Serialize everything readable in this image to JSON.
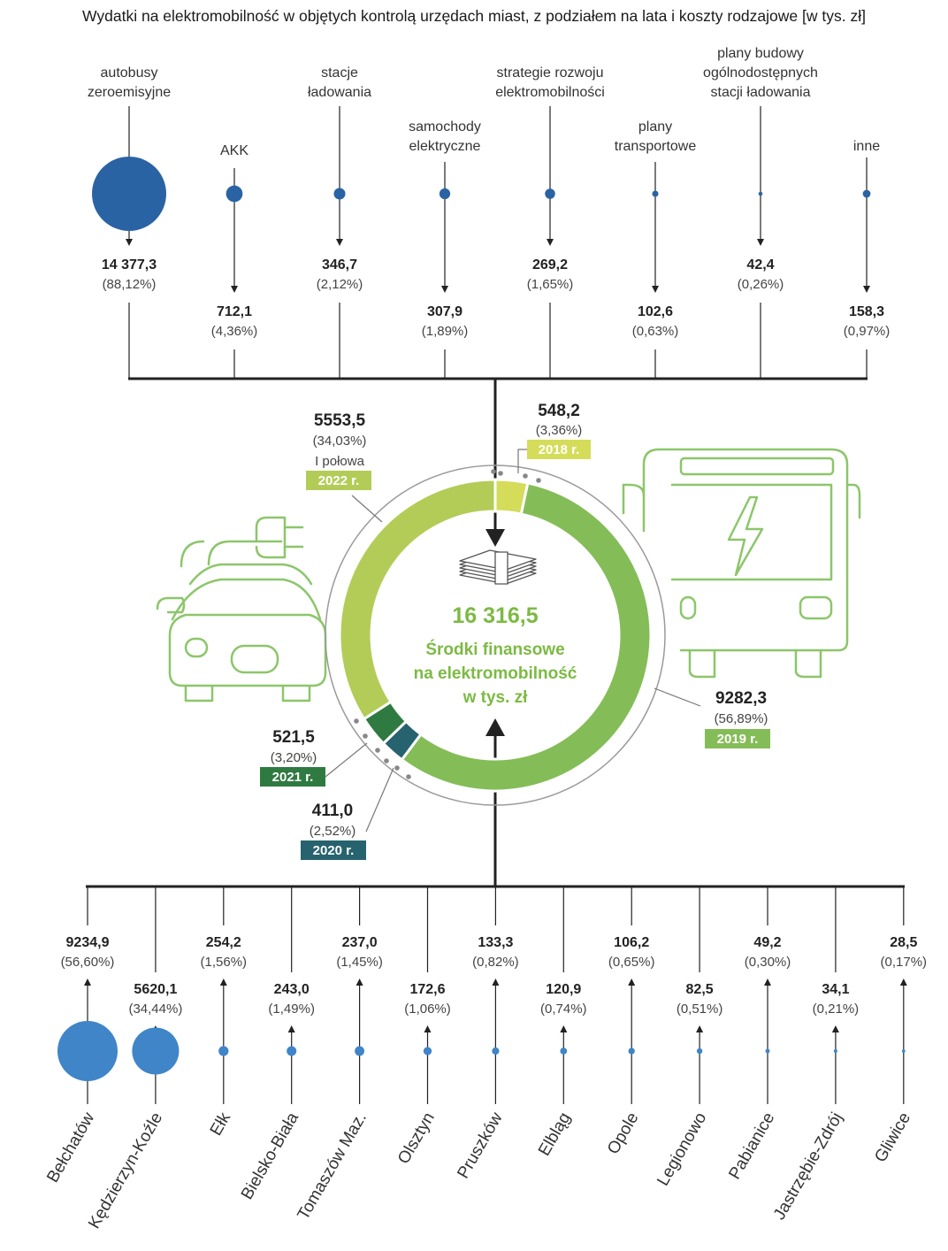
{
  "title": "Wydatki na elektromobilność w objętych kontrolą urzędach miast, z podziałem na lata i koszty rodzajowe [w tys. zł]",
  "colors": {
    "categories": "#2a63a4",
    "cities": "#3f85c8",
    "illustration": "#8cc66a",
    "center_text": "#7cba43",
    "axis": "#222222"
  },
  "center": {
    "total": "16 316,5",
    "line1": "Środki finansowe",
    "line2": "na elektromobilność",
    "line3": "w  tys. zł"
  },
  "chart_data": [
    {
      "type": "scatter",
      "subtype": "bubble",
      "title": "",
      "categories": [
        [
          "autobusy",
          "zeroemisyjne"
        ],
        [
          "AKK"
        ],
        [
          "stacje",
          "ładowania"
        ],
        [
          "samochody",
          "elektryczne"
        ],
        [
          "strategie rozwoju",
          "elektromobilności"
        ],
        [
          "plany",
          "transportowe"
        ],
        [
          "plany budowy",
          "ogólnodostępnych",
          "stacji ładowania"
        ],
        [
          "inne"
        ]
      ],
      "values": [
        14377.3,
        712.1,
        346.7,
        307.9,
        269.2,
        102.6,
        42.4,
        158.3
      ],
      "value_labels": [
        "14 377,3",
        "712,1",
        "346,7",
        "307,9",
        "269,2",
        "102,6",
        "42,4",
        "158,3"
      ],
      "percent_labels": [
        "(88,12%)",
        "(4,36%)",
        "(2,12%)",
        "(1,89%)",
        "(1,65%)",
        "(0,63%)",
        "(0,26%)",
        "(0,97%)"
      ]
    },
    {
      "type": "pie",
      "subtype": "donut",
      "title": "",
      "slices": [
        {
          "label": "2018 r.",
          "value": 548.2,
          "value_label": "548,2",
          "percent_label": "(3,36%)",
          "color": "#d5dc5a"
        },
        {
          "label": "2019 r.",
          "value": 9282.3,
          "value_label": "9282,3",
          "percent_label": "(56,89%)",
          "color": "#84bd57"
        },
        {
          "label": "2020 r.",
          "value": 411.0,
          "value_label": "411,0",
          "percent_label": "(2,52%)",
          "color": "#27636e"
        },
        {
          "label": "2021 r.",
          "value": 521.5,
          "value_label": "521,5",
          "percent_label": "(3,20%)",
          "color": "#2f7a41"
        },
        {
          "label": "2022 r.",
          "value": 5553.5,
          "value_label": "5553,5",
          "percent_label": "(34,03%)",
          "extra_label": "I połowa",
          "color": "#b3cc58"
        }
      ]
    },
    {
      "type": "scatter",
      "subtype": "bubble",
      "title": "",
      "categories": [
        "Bełchatów",
        "Kędzierzyn-Koźle",
        "Ełk",
        "Bielsko-Biała",
        "Tomaszów Maz.",
        "Olsztyn",
        "Pruszków",
        "Elbląg",
        "Opole",
        "Legionowo",
        "Pabianice",
        "Jastrzębie-Zdrój",
        "Gliwice"
      ],
      "values": [
        9234.9,
        5620.1,
        254.2,
        243.0,
        237.0,
        172.6,
        133.3,
        120.9,
        106.2,
        82.5,
        49.2,
        34.1,
        28.5
      ],
      "value_labels": [
        "9234,9",
        "5620,1",
        "254,2",
        "243,0",
        "237,0",
        "172,6",
        "133,3",
        "120,9",
        "106,2",
        "82,5",
        "49,2",
        "34,1",
        "28,5"
      ],
      "percent_labels": [
        "(56,60%)",
        "(34,44%)",
        "(1,56%)",
        "(1,49%)",
        "(1,45%)",
        "(1,06%)",
        "(0,82%)",
        "(0,74%)",
        "(0,65%)",
        "(0,51%)",
        "(0,30%)",
        "(0,21%)",
        "(0,17%)"
      ]
    }
  ]
}
